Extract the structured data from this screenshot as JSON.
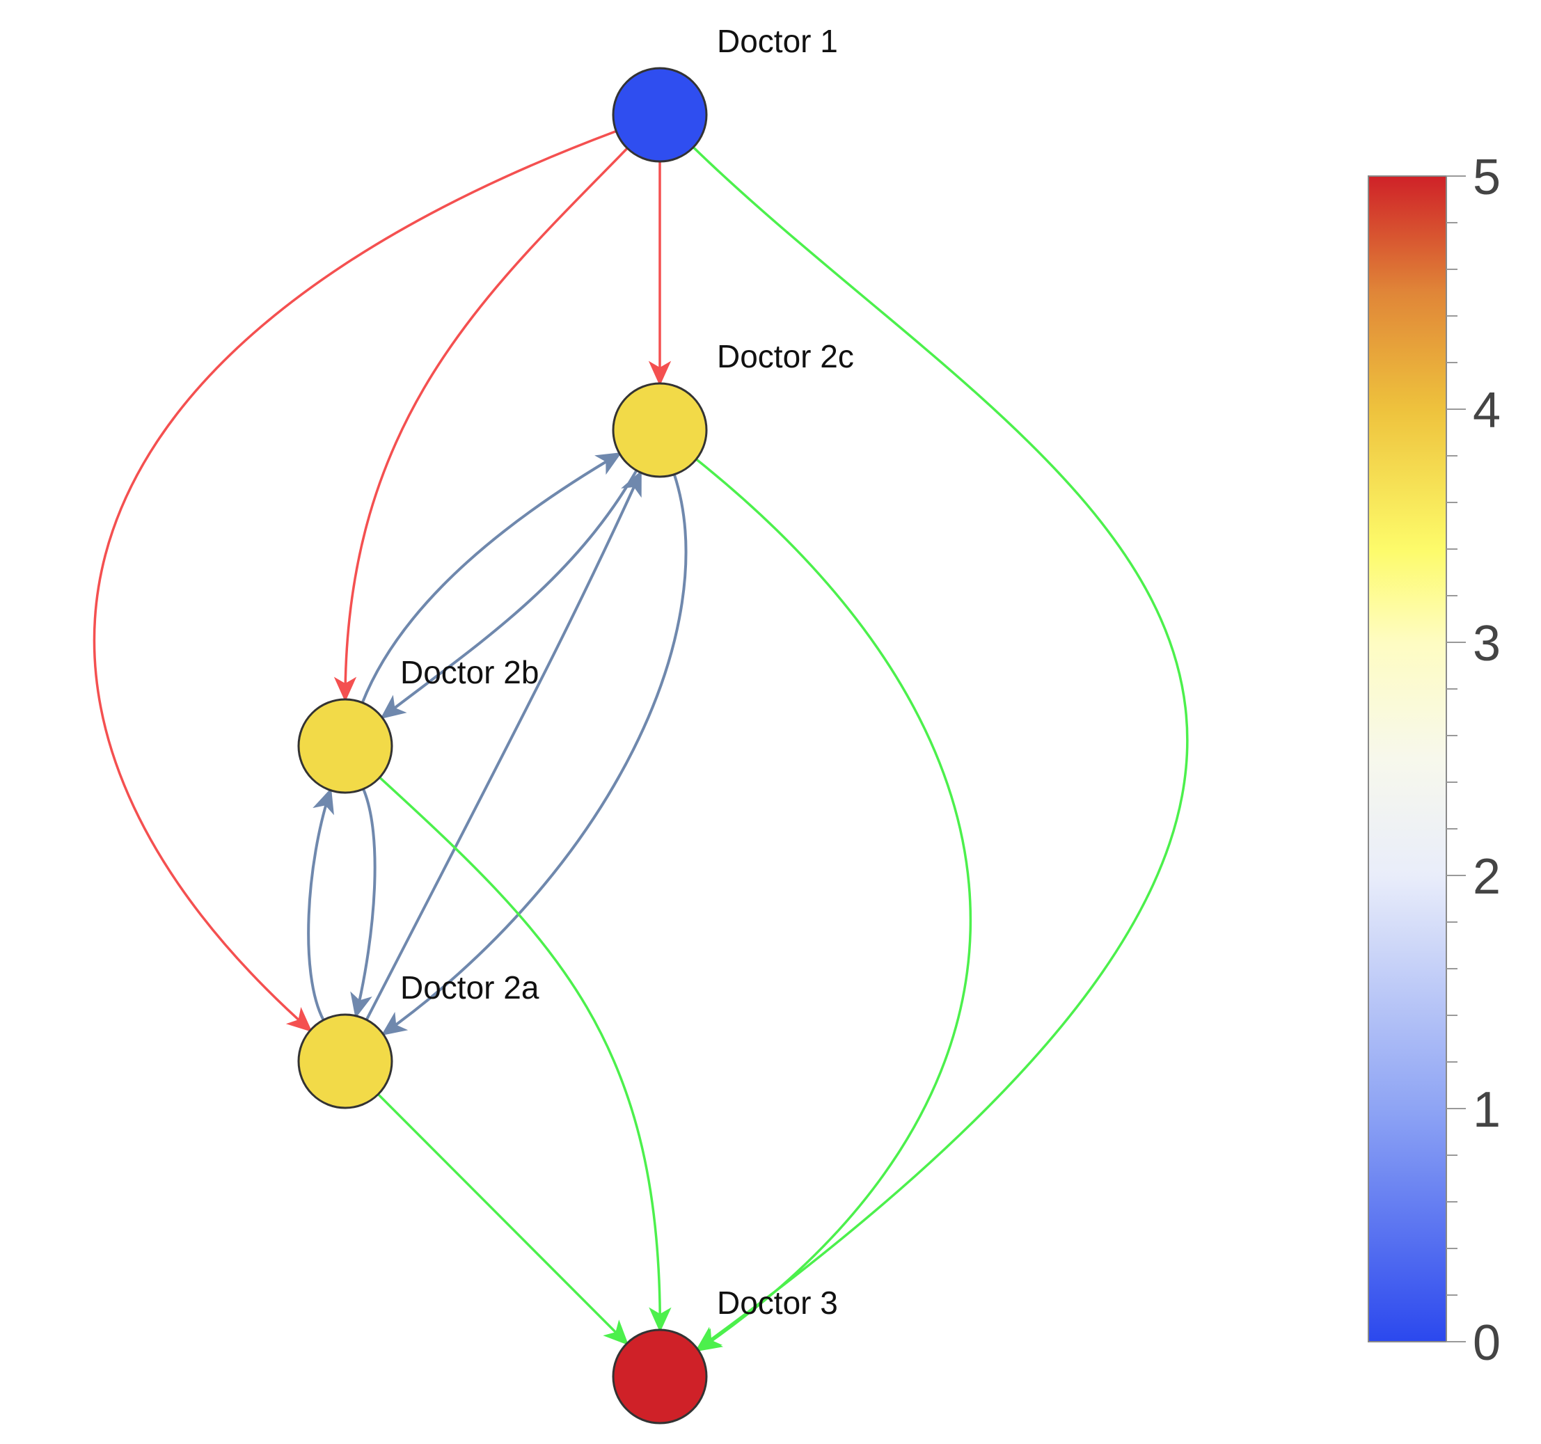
{
  "diagram": {
    "nodes": [
      {
        "id": "d1",
        "label": "Doctor 1",
        "value": 0,
        "color": "#2f4ef0"
      },
      {
        "id": "d2c",
        "label": "Doctor 2c",
        "value": 4,
        "color": "#f2da48"
      },
      {
        "id": "d2b",
        "label": "Doctor 2b",
        "value": 4,
        "color": "#f2da48"
      },
      {
        "id": "d2a",
        "label": "Doctor 2a",
        "value": 4,
        "color": "#f2da48"
      },
      {
        "id": "d3",
        "label": "Doctor 3",
        "value": 5,
        "color": "#cf2128"
      }
    ],
    "edges": [
      {
        "from": "d1",
        "to": "d2c",
        "color": "#f45050"
      },
      {
        "from": "d1",
        "to": "d2b",
        "color": "#f45050"
      },
      {
        "from": "d1",
        "to": "d2a",
        "color": "#f45050"
      },
      {
        "from": "d1",
        "to": "d3",
        "color": "#4cf04c"
      },
      {
        "from": "d2b",
        "to": "d2c",
        "color": "#6f88ad"
      },
      {
        "from": "d2c",
        "to": "d2b",
        "color": "#6f88ad"
      },
      {
        "from": "d2a",
        "to": "d2c",
        "color": "#6f88ad"
      },
      {
        "from": "d2c",
        "to": "d2a",
        "color": "#6f88ad"
      },
      {
        "from": "d2a",
        "to": "d2b",
        "color": "#6f88ad"
      },
      {
        "from": "d2b",
        "to": "d2a",
        "color": "#6f88ad"
      },
      {
        "from": "d2a",
        "to": "d3",
        "color": "#4cf04c"
      },
      {
        "from": "d2b",
        "to": "d3",
        "color": "#4cf04c"
      },
      {
        "from": "d2c",
        "to": "d3",
        "color": "#4cf04c"
      }
    ]
  },
  "colorbar": {
    "min": 0,
    "max": 5,
    "tick_labels": [
      "0",
      "1",
      "2",
      "3",
      "4",
      "5"
    ],
    "gradient_stops": [
      {
        "value": 0,
        "color": "#2b48ee"
      },
      {
        "value": 1,
        "color": "#8ea4f4"
      },
      {
        "value": 2,
        "color": "#e9edfa"
      },
      {
        "value": 2.5,
        "color": "#f7f8ec"
      },
      {
        "value": 3,
        "color": "#fefcc2"
      },
      {
        "value": 3.4,
        "color": "#fdfb6a"
      },
      {
        "value": 4,
        "color": "#eec23d"
      },
      {
        "value": 4.5,
        "color": "#e08638"
      },
      {
        "value": 5,
        "color": "#cf2128"
      }
    ]
  }
}
